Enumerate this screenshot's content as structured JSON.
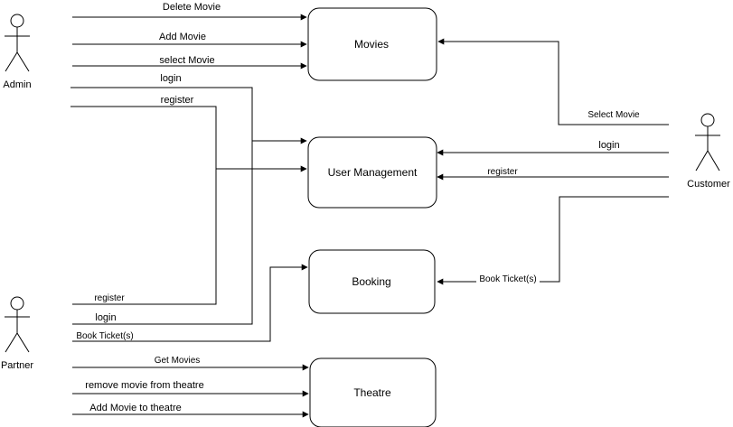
{
  "actors": {
    "admin": "Admin",
    "partner": "Partner",
    "customer": "Customer"
  },
  "boxes": {
    "movies": "Movies",
    "user_management": "User Management",
    "booking": "Booking",
    "theatre": "Theatre"
  },
  "edges": {
    "admin_delete_movie": "Delete Movie",
    "admin_add_movie": "Add Movie",
    "admin_select_movie": "select Movie",
    "admin_login": "login",
    "admin_register": "register",
    "partner_register": "register",
    "partner_login": "login",
    "partner_book_tickets": "Book Ticket(s)",
    "partner_get_movies": "Get Movies",
    "partner_remove_movie": "remove movie from theatre",
    "partner_add_movie": "Add Movie to theatre",
    "customer_select_movie": "Select Movie",
    "customer_login": "login",
    "customer_register": "register",
    "customer_book_tickets": "Book Ticket(s)"
  }
}
